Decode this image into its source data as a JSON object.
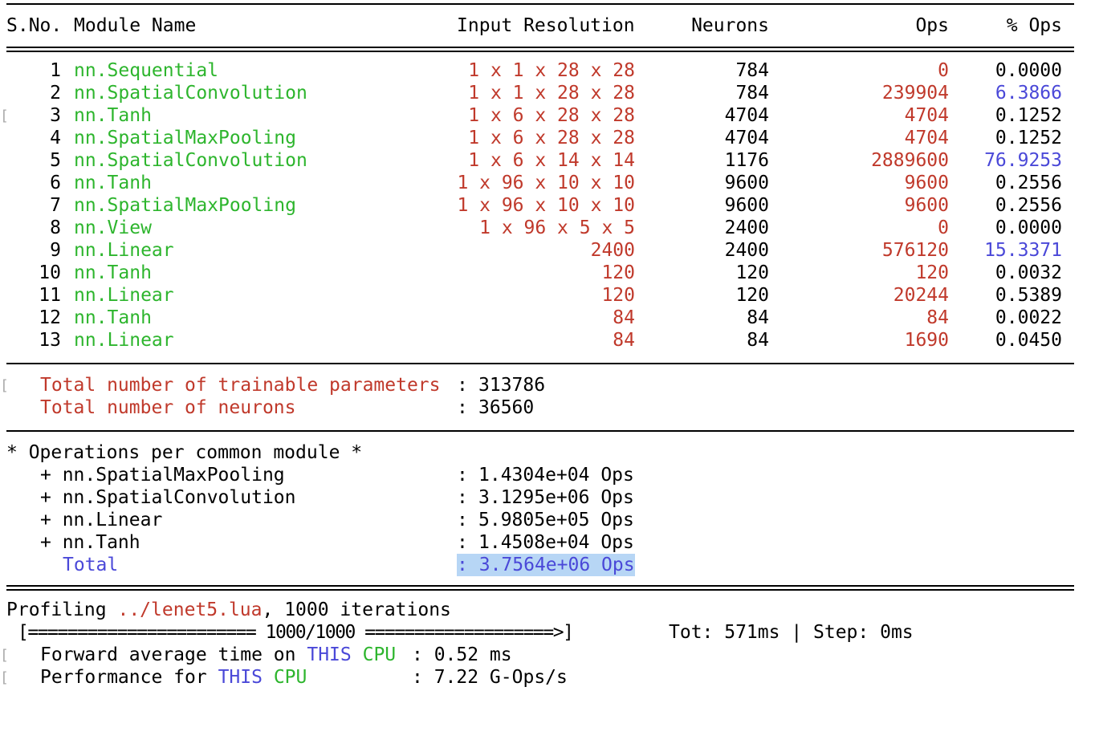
{
  "table": {
    "headers": {
      "sno": "S.No.",
      "module": "Module Name",
      "input": "Input Resolution",
      "neurons": "Neurons",
      "ops": "Ops",
      "pct": "% Ops"
    },
    "rows": [
      {
        "sno": "1",
        "module": "nn.Sequential",
        "input": "1 x 1 x 28 x 28",
        "neurons": "784",
        "ops": "0",
        "pct": "0.0000",
        "pct_hi": false
      },
      {
        "sno": "2",
        "module": "nn.SpatialConvolution",
        "input": "1 x 1 x 28 x 28",
        "neurons": "784",
        "ops": "239904",
        "pct": "6.3866",
        "pct_hi": true
      },
      {
        "sno": "3",
        "module": "nn.Tanh",
        "input": "1 x 6 x 28 x 28",
        "neurons": "4704",
        "ops": "4704",
        "pct": "0.1252",
        "pct_hi": false
      },
      {
        "sno": "4",
        "module": "nn.SpatialMaxPooling",
        "input": "1 x 6 x 28 x 28",
        "neurons": "4704",
        "ops": "4704",
        "pct": "0.1252",
        "pct_hi": false
      },
      {
        "sno": "5",
        "module": "nn.SpatialConvolution",
        "input": "1 x 6 x 14 x 14",
        "neurons": "1176",
        "ops": "2889600",
        "pct": "76.9253",
        "pct_hi": true
      },
      {
        "sno": "6",
        "module": "nn.Tanh",
        "input": "1 x 96 x 10 x 10",
        "neurons": "9600",
        "ops": "9600",
        "pct": "0.2556",
        "pct_hi": false
      },
      {
        "sno": "7",
        "module": "nn.SpatialMaxPooling",
        "input": "1 x 96 x 10 x 10",
        "neurons": "9600",
        "ops": "9600",
        "pct": "0.2556",
        "pct_hi": false
      },
      {
        "sno": "8",
        "module": "nn.View",
        "input": "1 x 96 x 5 x 5",
        "neurons": "2400",
        "ops": "0",
        "pct": "0.0000",
        "pct_hi": false
      },
      {
        "sno": "9",
        "module": "nn.Linear",
        "input": "2400",
        "neurons": "2400",
        "ops": "576120",
        "pct": "15.3371",
        "pct_hi": true
      },
      {
        "sno": "10",
        "module": "nn.Tanh",
        "input": "120",
        "neurons": "120",
        "ops": "120",
        "pct": "0.0032",
        "pct_hi": false
      },
      {
        "sno": "11",
        "module": "nn.Linear",
        "input": "120",
        "neurons": "120",
        "ops": "20244",
        "pct": "0.5389",
        "pct_hi": false
      },
      {
        "sno": "12",
        "module": "nn.Tanh",
        "input": "84",
        "neurons": "84",
        "ops": "84",
        "pct": "0.0022",
        "pct_hi": false
      },
      {
        "sno": "13",
        "module": "nn.Linear",
        "input": "84",
        "neurons": "84",
        "ops": "1690",
        "pct": "0.0450",
        "pct_hi": false
      }
    ]
  },
  "totals": {
    "params_label": "Total number of trainable parameters",
    "params_value": "313786",
    "neurons_label": "Total number of neurons",
    "neurons_value": "36560",
    "sep": ":"
  },
  "ops_per_module": {
    "title": "* Operations per common module *",
    "items": [
      {
        "name": "+ nn.SpatialMaxPooling",
        "value": "1.4304e+04 Ops"
      },
      {
        "name": "+ nn.SpatialConvolution",
        "value": "3.1295e+06 Ops"
      },
      {
        "name": "+ nn.Linear",
        "value": "5.9805e+05 Ops"
      },
      {
        "name": "+ nn.Tanh",
        "value": "1.4508e+04 Ops"
      }
    ],
    "total_label": "Total",
    "total_value": "3.7564e+06 Ops"
  },
  "profiling": {
    "prefix": "Profiling ",
    "file": "../lenet5.lua",
    "suffix": ", 1000 iterations",
    "progress_bar": "[======================= 1000/1000 ===================>]",
    "progress_stats": "Tot: 571ms | Step: 0ms",
    "progress_done": 1000,
    "progress_total": 1000,
    "fwd_label": "Forward average time on ",
    "perf_label": "Performance for ",
    "this": "THIS",
    "cpu": "CPU",
    "fwd_value": ": 0.52 ms",
    "perf_value": ": 7.22 G-Ops/s"
  },
  "colors": {
    "module_name": "#2db52d",
    "value_red": "#c0392b",
    "highlight_blue": "#4a48d8",
    "selection": "#b7d6f5"
  }
}
